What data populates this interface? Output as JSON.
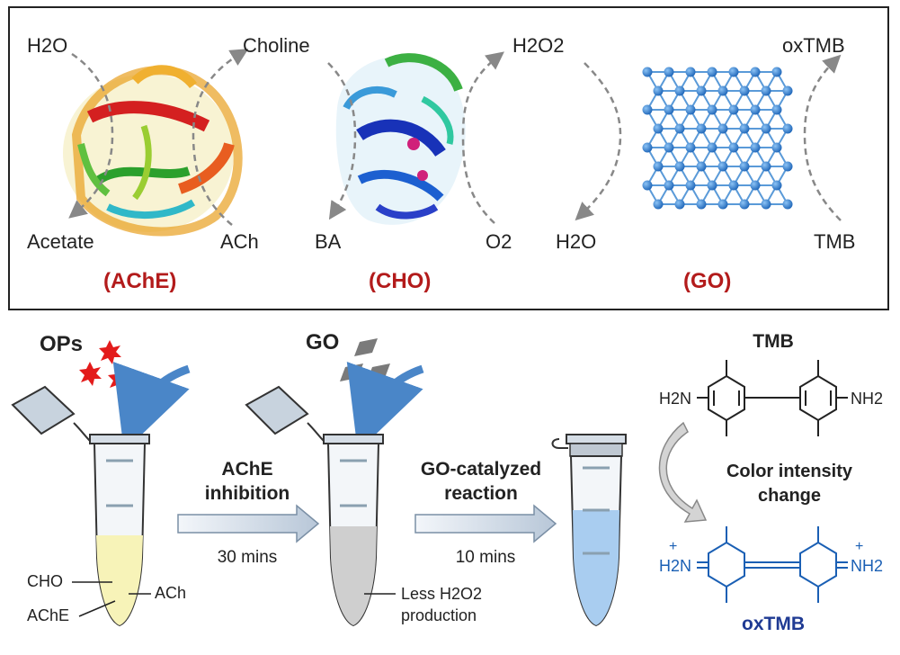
{
  "top_panel": {
    "ache": {
      "in_left": "H2O",
      "out_left": "Acetate",
      "out_right": "Choline",
      "in_right": "ACh",
      "name": "(AChE)"
    },
    "cho": {
      "out_left": "BA",
      "in_right": "O2",
      "out_right": "H2O2",
      "name": "(CHO)"
    },
    "go": {
      "out_left": "H2O",
      "in_right": "TMB",
      "out_right": "oxTMB",
      "name": "(GO)"
    }
  },
  "bottom": {
    "ops_label": "OPs",
    "go_label": "GO",
    "step1_line1": "AChE",
    "step1_line2": "inhibition",
    "step1_time": "30 mins",
    "step2_line1": "GO-catalyzed",
    "step2_line2": "reaction",
    "step2_time": "10 mins",
    "tube1_cho": "CHO",
    "tube1_ache": "AChE",
    "tube1_ach": "ACh",
    "tube2_line1": "Less H2O2",
    "tube2_line2": "production",
    "tmb_title": "TMB",
    "tmb_left": "H2N",
    "tmb_right": "NH2",
    "color_line1": "Color intensity",
    "color_line2": "change",
    "oxtmb_left": "H2N",
    "oxtmb_right": "NH2",
    "oxtmb_title": "oxTMB"
  },
  "colors": {
    "label_red": "#b31b1b",
    "oxtmb_blue": "#1a5fb4",
    "arrow_blue": "#4a86c8",
    "tube_yellow": "#f7f3b8",
    "tube_gray": "#cfcfcf",
    "tube_blue": "#a9cdf0",
    "graphene_blue": "#2f7fd0"
  }
}
